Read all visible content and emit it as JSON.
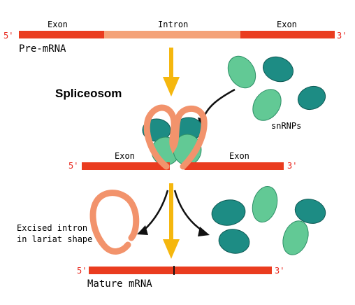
{
  "colors": {
    "exon": "#ea3c1f",
    "intron": "#f4a278",
    "lariat": "#f2936c",
    "arrow_yellow": "#f5b70e",
    "snrnp_dark": "#1d8c84",
    "snrnp_light": "#62c995",
    "end_label": "#e8271d"
  },
  "icons": {
    "pre_arrow": "down-arrow-yellow",
    "snrnp_arrow": "curved-arrow-black",
    "split_arrows": "branching-arrows-black"
  },
  "premrna": {
    "five_prime": "5'",
    "three_prime": "3'",
    "exon_left": "Exon",
    "intron": "Intron",
    "exon_right": "Exon",
    "name": "Pre-mRNA"
  },
  "spliceosome": {
    "title": "Spliceosom",
    "snrnps_label": "snRNPs"
  },
  "spliced": {
    "five_prime": "5'",
    "three_prime": "3'",
    "exon_left": "Exon",
    "exon_right": "Exon"
  },
  "excised": {
    "line1": "Excised intron",
    "line2": "in lariat shape"
  },
  "mature": {
    "five_prime": "5'",
    "three_prime": "3'",
    "name": "Mature mRNA"
  }
}
